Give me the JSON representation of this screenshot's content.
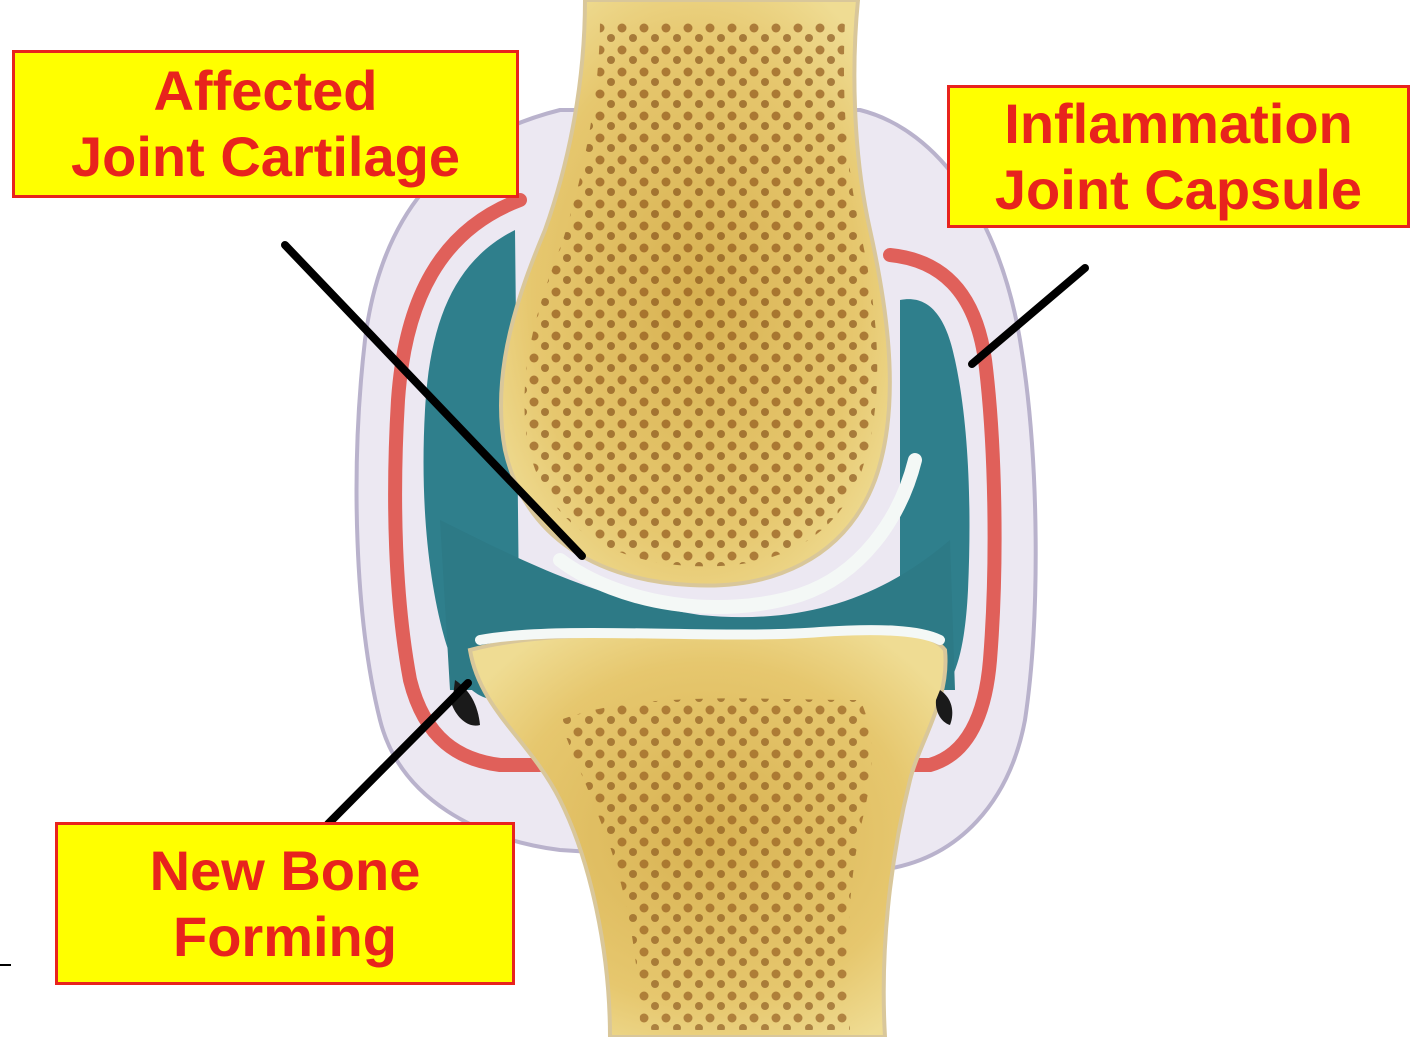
{
  "labels": {
    "affected_cartilage": {
      "line1": "Affected",
      "line2": "Joint Cartilage"
    },
    "inflammation_capsule": {
      "line1": "Inflammation",
      "line2": "Joint Capsule"
    },
    "new_bone": {
      "line1": "New Bone",
      "line2": "Forming"
    }
  },
  "colors": {
    "label_fill": "#ffff00",
    "label_text_and_border": "#e8231d",
    "bone": "#e0c066",
    "bone_pores": "#8a4e14",
    "joint_fluid": "#2f7f8c",
    "capsule_inflamed": "#e0605a",
    "capsule_outer": "#c9c3d9",
    "leader_line": "#000000"
  }
}
